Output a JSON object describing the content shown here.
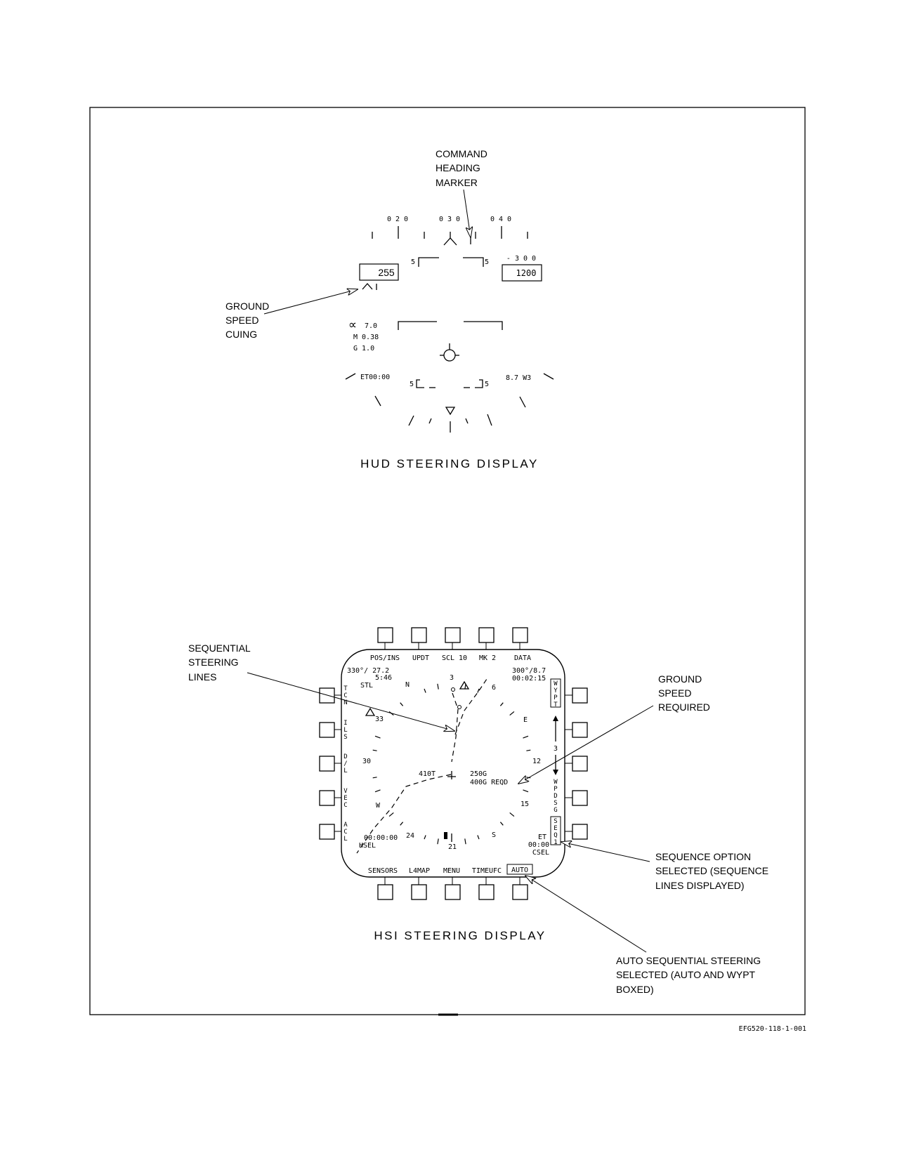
{
  "hud": {
    "title": "HUD STEERING DISPLAY",
    "heading_tape": [
      "0 2 0",
      "0 3 0",
      "0 4 0"
    ],
    "airspeed": "255",
    "altitude": "1200",
    "vertical_velocity": "- 3 0 0",
    "pitch_ladder_upper": [
      "5",
      "5"
    ],
    "pitch_ladder_lower": [
      "5",
      "5"
    ],
    "alpha": "7.0",
    "mach": "M 0.38",
    "g": "G 1.0",
    "elapsed_time": "ET00:00",
    "waypoint": "8.7 W3",
    "callouts": {
      "command_heading_marker": [
        "COMMAND",
        "HEADING",
        "MARKER"
      ],
      "ground_speed_cuing": [
        "GROUND",
        "SPEED",
        "CUING"
      ]
    }
  },
  "hsi": {
    "title": "HSI STEERING DISPLAY",
    "top_labels": [
      "POS/INS",
      "UPDT",
      "SCL 10",
      "MK 2",
      "DATA"
    ],
    "bottom_labels": [
      "SENSORS",
      "L4MAP",
      "MENU",
      "TIMEUFC",
      "AUTO"
    ],
    "left_labels": [
      "TCN",
      "ILS",
      "D/L",
      "VEC",
      "ACL"
    ],
    "right_labels": [
      "WYPT",
      "WPDSG",
      "SEQ1"
    ],
    "top_left_data": [
      "330°/ 27.2",
      "5:46",
      "STL"
    ],
    "top_right_data": [
      "300°/8.7",
      "00:02:15"
    ],
    "bottom_left_data": [
      "00:00:00",
      "HSEL"
    ],
    "bottom_right_data": [
      "ET",
      "00:00",
      "CSEL"
    ],
    "compass_labels": [
      "N",
      "3",
      "6",
      "E",
      "12",
      "15",
      "S",
      "21",
      "24",
      "W",
      "30",
      "33"
    ],
    "scale_number": "3",
    "range_marker": "410T",
    "ground_speed": "250G",
    "ground_speed_required": "400G REQD",
    "callouts": {
      "sequential_steering_lines": [
        "SEQUENTIAL",
        "STEERING",
        "LINES"
      ],
      "ground_speed_required": [
        "GROUND",
        "SPEED",
        "REQUIRED"
      ],
      "sequence_option": [
        "SEQUENCE OPTION",
        "SELECTED (SEQUENCE",
        "LINES DISPLAYED)"
      ],
      "auto_sequential": [
        "AUTO SEQUENTIAL STEERING",
        "SELECTED (AUTO AND WYPT",
        "BOXED)"
      ]
    }
  },
  "figure_id": "EFG520-118-1-001"
}
